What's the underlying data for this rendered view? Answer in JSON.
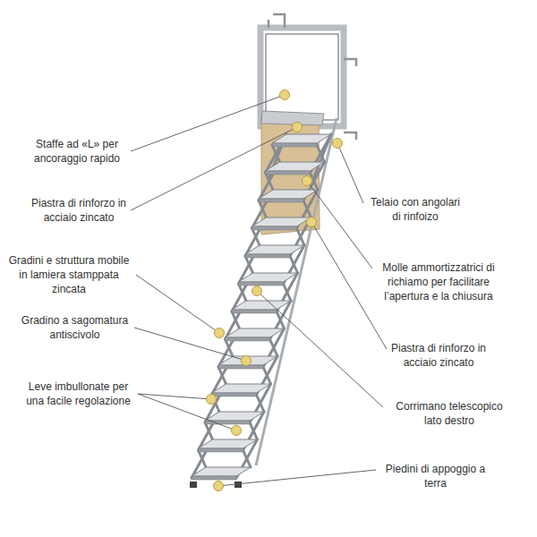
{
  "diagram": {
    "labels": [
      "Staffe ad «L» per ancoraggio rapido",
      "Piastra di rinforzo in acciaio zincato",
      "Gradini e struttura mobile in lamiera stamppata zincata",
      "Gradino a sagomatura antiscivolo",
      "Leve imbullonate per una facile regolazione",
      "Telaio con angolari di rinfoizo",
      "Molle ammortizzatrici di richiamo per facilitare l’apertura e la chiusura",
      "Piastra di rinforzo in acciaio zincato",
      "Corrimano telescopico lato destro",
      "Piedini di appoggio a terra"
    ]
  }
}
